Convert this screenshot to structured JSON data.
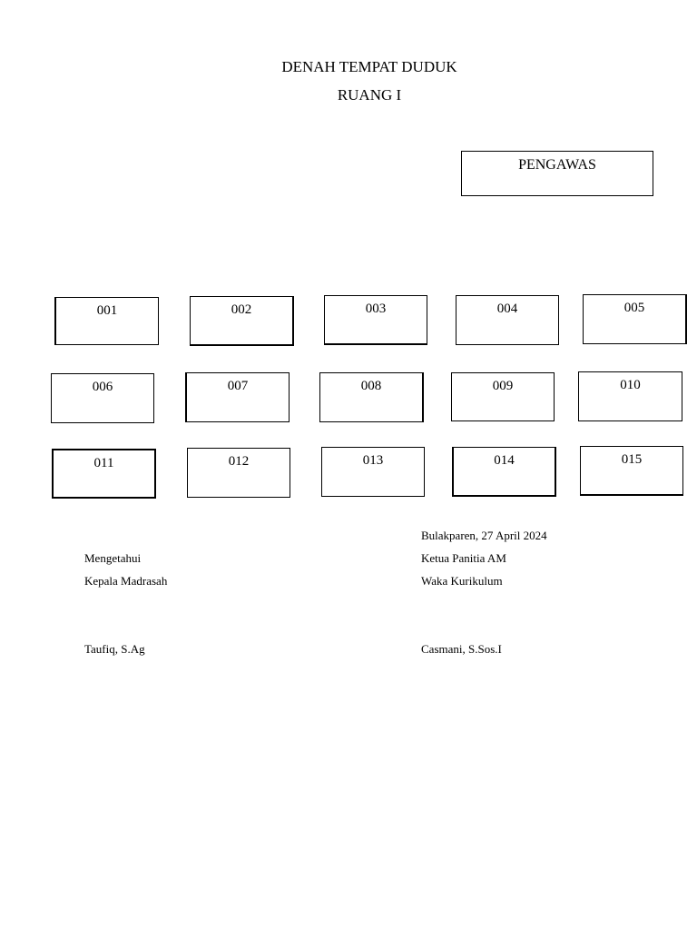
{
  "header": {
    "title": "DENAH TEMPAT DUDUK",
    "room": "RUANG I"
  },
  "supervisor": {
    "label": "PENGAWAS"
  },
  "seats": [
    [
      "001",
      "002",
      "003",
      "004",
      "005"
    ],
    [
      "006",
      "007",
      "008",
      "009",
      "010"
    ],
    [
      "011",
      "012",
      "013",
      "014",
      "015"
    ]
  ],
  "signatures": {
    "place_date": "Bulakparen, 27 April 2024",
    "left": {
      "line1": "Mengetahui",
      "line2": "Kepala Madrasah",
      "name": "Taufiq, S.Ag"
    },
    "right": {
      "line1": "Ketua Panitia AM",
      "line2": "Waka Kurikulum",
      "name": "Casmani, S.Sos.I"
    }
  }
}
